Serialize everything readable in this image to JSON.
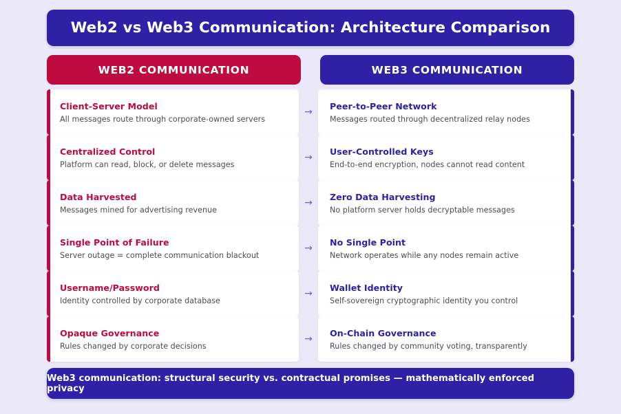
{
  "theme": {
    "background": "#ebe9f9",
    "indigo": "#2e21a6",
    "crimson": "#bf0a40",
    "card_bg": "#ffffff",
    "desc_text": "#4b4b55",
    "arrow_color": "#6b5fd6"
  },
  "header": {
    "title": "Web2 vs Web3 Communication: Architecture Comparison"
  },
  "columns": {
    "left_label": "WEB2 COMMUNICATION",
    "right_label": "WEB3 COMMUNICATION"
  },
  "arrow_glyph": "→",
  "rows": [
    {
      "web2": {
        "title": "Client-Server Model",
        "desc": "All messages route through corporate-owned servers"
      },
      "web3": {
        "title": "Peer-to-Peer Network",
        "desc": "Messages routed through decentralized relay nodes"
      }
    },
    {
      "web2": {
        "title": "Centralized Control",
        "desc": "Platform can read, block, or delete messages"
      },
      "web3": {
        "title": "User-Controlled Keys",
        "desc": "End-to-end encryption, nodes cannot read content"
      }
    },
    {
      "web2": {
        "title": "Data Harvested",
        "desc": "Messages mined for advertising revenue"
      },
      "web3": {
        "title": "Zero Data Harvesting",
        "desc": "No platform server holds decryptable messages"
      }
    },
    {
      "web2": {
        "title": "Single Point of Failure",
        "desc": "Server outage = complete communication blackout"
      },
      "web3": {
        "title": "No Single Point",
        "desc": "Network operates while any nodes remain active"
      }
    },
    {
      "web2": {
        "title": "Username/Password",
        "desc": "Identity controlled by corporate database"
      },
      "web3": {
        "title": "Wallet Identity",
        "desc": "Self-sovereign cryptographic identity you control"
      }
    },
    {
      "web2": {
        "title": "Opaque Governance",
        "desc": "Rules changed by corporate decisions"
      },
      "web3": {
        "title": "On-Chain Governance",
        "desc": "Rules changed by community voting, transparently"
      }
    }
  ],
  "footer": {
    "text": "Web3 communication: structural security vs. contractual promises — mathematically enforced privacy"
  }
}
